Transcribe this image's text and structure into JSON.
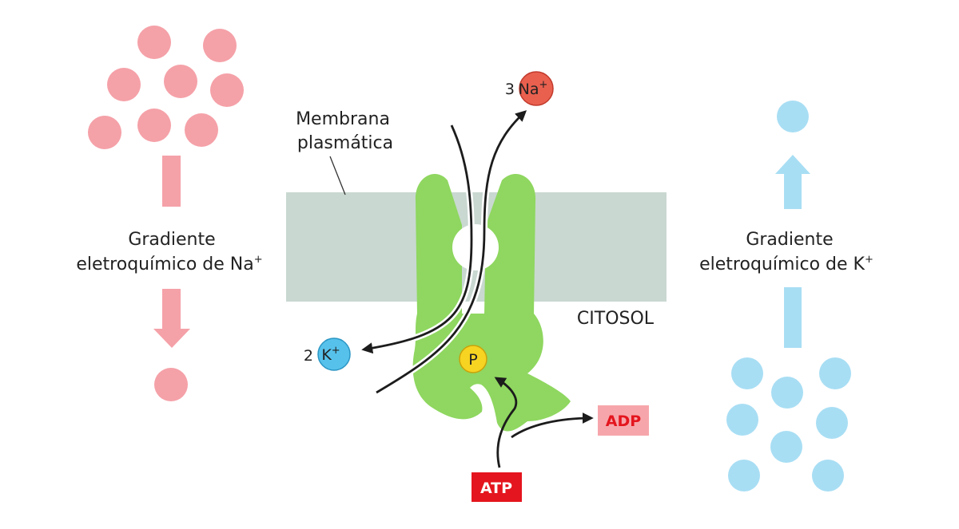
{
  "colors": {
    "na_dots": "#f5a1a8",
    "k_dots": "#a8def4",
    "membrane": "#c9d8d1",
    "protein": "#8fd760",
    "na_ion": "#e9604f",
    "k_ion": "#56c2ec",
    "phosphate": "#f7d322",
    "atp_box": "#e4151e",
    "adp_box": "#f6a6ab",
    "adp_text": "#e4151e",
    "path": "#1c1c1c"
  },
  "labels": {
    "membrane_line1": "Membrana",
    "membrane_line2": "plasmática",
    "na_gradient_line1": "Gradiente",
    "na_gradient_line2": "eletroquímico de Na",
    "na_gradient_sup": "+",
    "k_gradient_line1": "Gradiente",
    "k_gradient_line2": "eletroquímico de K",
    "k_gradient_sup": "+",
    "cytosol": "CITOSOL"
  },
  "ions": {
    "na_count": "3",
    "na_symbol": "Na",
    "na_charge": "+",
    "k_count": "2",
    "k_symbol": "K",
    "k_charge": "+",
    "phosphate": "P"
  },
  "energy": {
    "atp": "ATP",
    "adp": "ADP"
  }
}
